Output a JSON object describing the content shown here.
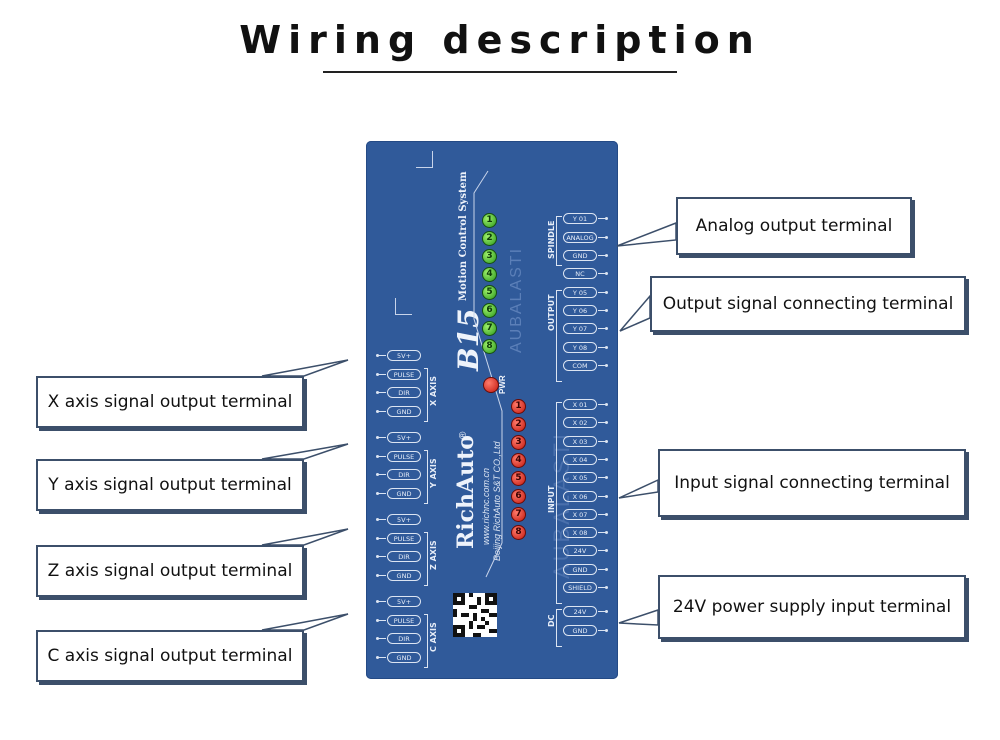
{
  "title": "Wiring description",
  "board": {
    "model": "B15",
    "subtitle": "Motion Control System",
    "brand": "RichAuto",
    "trademark": "®",
    "website": "www.richnc.com.cn",
    "company": "Beijing RichAuto S&T CO.,Ltd",
    "watermark": "AUBALASTI",
    "pwr_label": "PWR",
    "green_leds": [
      "1",
      "2",
      "3",
      "4",
      "5",
      "6",
      "7",
      "8"
    ],
    "red_leds": [
      "1",
      "2",
      "3",
      "4",
      "5",
      "6",
      "7",
      "8"
    ]
  },
  "left_groups": [
    {
      "name": "X AXIS",
      "terminals": [
        "5V+",
        "PULSE",
        "DIR",
        "GND"
      ]
    },
    {
      "name": "Y AXIS",
      "terminals": [
        "5V+",
        "PULSE",
        "DIR",
        "GND"
      ]
    },
    {
      "name": "Z AXIS",
      "terminals": [
        "5V+",
        "PULSE",
        "DIR",
        "GND"
      ]
    },
    {
      "name": "C AXIS",
      "terminals": [
        "5V+",
        "PULSE",
        "DIR",
        "GND"
      ]
    }
  ],
  "right_groups": {
    "spindle": {
      "name": "SPINDLE",
      "terminals": [
        "Y 01",
        "ANALOG",
        "GND"
      ]
    },
    "nc": "NC",
    "output": {
      "name": "OUTPUT",
      "terminals": [
        "Y 05",
        "Y 06",
        "Y 07",
        "Y 08",
        "COM"
      ]
    },
    "input": {
      "name": "INPUT",
      "terminals": [
        "X 01",
        "X 02",
        "X 03",
        "X 04",
        "X 05",
        "X 06",
        "X 07",
        "X 08",
        "24V",
        "GND",
        "SHIELD"
      ]
    },
    "dc": {
      "name": "DC",
      "terminals": [
        "24V",
        "GND"
      ]
    }
  },
  "callouts": {
    "x_axis": "X axis signal output terminal",
    "y_axis": "Y axis signal output terminal",
    "z_axis": "Z axis signal output terminal",
    "c_axis": "C axis signal output terminal",
    "analog": "Analog output terminal",
    "output": "Output signal connecting terminal",
    "input": "Input signal connecting terminal",
    "power": "24V power supply input terminal"
  },
  "colors": {
    "board": "#305a9a",
    "callout_border": "#3c4f6a",
    "led_green": "#3cbf2a",
    "led_red": "#e02a1e"
  }
}
